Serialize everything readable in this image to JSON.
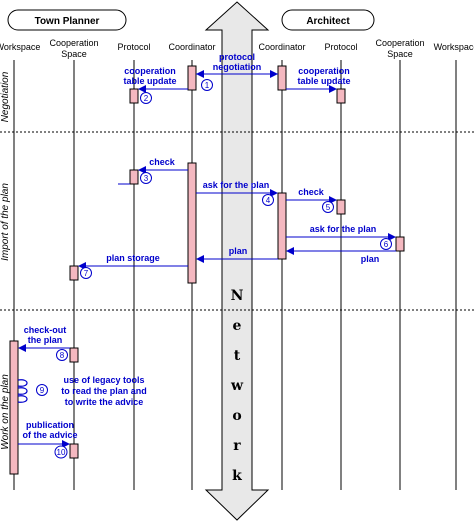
{
  "actors": {
    "left": "Town Planner",
    "right": "Architect"
  },
  "columns": {
    "left_workspace": "Workspace",
    "left_coop_line1": "Cooperation",
    "left_coop_line2": "Space",
    "left_protocol": "Protocol",
    "left_coordinator": "Coordinator",
    "right_coordinator": "Coordinator",
    "right_protocol": "Protocol",
    "right_coop_line1": "Cooperation",
    "right_coop_line2": "Space",
    "right_workspace": "Workspace"
  },
  "phases": {
    "negotiation": "Negotiation",
    "import": "Import of the plan",
    "work": "Work on the plan"
  },
  "network_letters": [
    "N",
    "e",
    "t",
    "w",
    "o",
    "r",
    "k"
  ],
  "messages": {
    "protocol_negotiation_line1": "protocol",
    "protocol_negotiation_line2": "negotiation",
    "coop_table_update_left_line1": "cooperation",
    "coop_table_update_left_line2": "table update",
    "coop_table_update_right_line1": "cooperation",
    "coop_table_update_right_line2": "table update",
    "check_left": "check",
    "ask_for_plan_1": "ask for the plan",
    "check_right": "check",
    "ask_for_plan_2": "ask for the plan",
    "plan_1": "plan",
    "plan_2": "plan",
    "plan_storage": "plan storage",
    "checkout_line1": "check-out",
    "checkout_line2": "the plan",
    "legacy_line1": "use of legacy tools",
    "legacy_line2": "to read the plan and",
    "legacy_line3": "to write the advice",
    "publication_line1": "publication",
    "publication_line2": "of the advice"
  },
  "steps": [
    "1",
    "2",
    "3",
    "4",
    "5",
    "6",
    "7",
    "8",
    "9",
    "10"
  ],
  "colors": {
    "message": "#0000cc",
    "activation": "#f4b8c0",
    "network_fill": "#e8e8e8"
  }
}
